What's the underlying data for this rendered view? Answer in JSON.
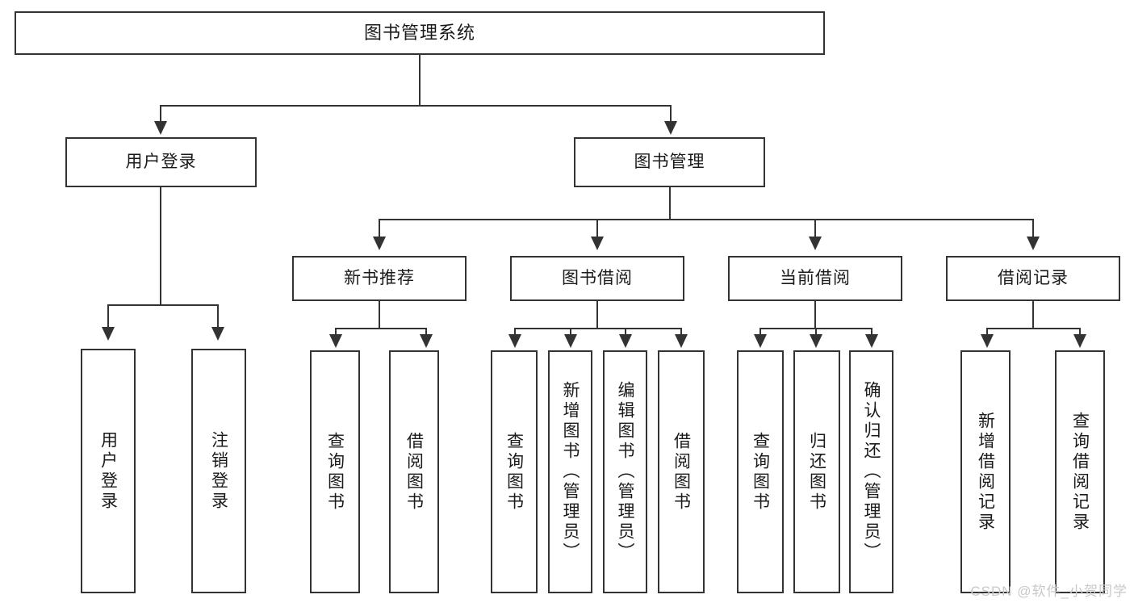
{
  "diagram": {
    "title": "图书管理系统",
    "type": "tree-hierarchy-diagram",
    "root": {
      "label": "图书管理系统"
    },
    "level2": [
      {
        "label": "用户登录"
      },
      {
        "label": "图书管理"
      }
    ],
    "level3": [
      {
        "label": "新书推荐"
      },
      {
        "label": "图书借阅"
      },
      {
        "label": "当前借阅"
      },
      {
        "label": "借阅记录"
      }
    ],
    "leaves_user_login": [
      {
        "label": "用户登录"
      },
      {
        "label": "注销登录"
      }
    ],
    "leaves_new_book": [
      {
        "label": "查询图书"
      },
      {
        "label": "借阅图书"
      }
    ],
    "leaves_book_borrow": [
      {
        "label": "查询图书"
      },
      {
        "label": "新增图书（管理员）"
      },
      {
        "label": "编辑图书（管理员）"
      },
      {
        "label": "借阅图书"
      }
    ],
    "leaves_current_borrow": [
      {
        "label": "查询图书"
      },
      {
        "label": "归还图书"
      },
      {
        "label": "确认归还（管理员）"
      }
    ],
    "leaves_borrow_record": [
      {
        "label": "新增借阅记录"
      },
      {
        "label": "查询借阅记录"
      }
    ]
  },
  "watermark": {
    "text": "CSDN @软件_小贺同学"
  },
  "colors": {
    "stroke": "#333333",
    "background": "#ffffff",
    "text": "#1a1a1a",
    "watermark": "#c9c9c9"
  }
}
